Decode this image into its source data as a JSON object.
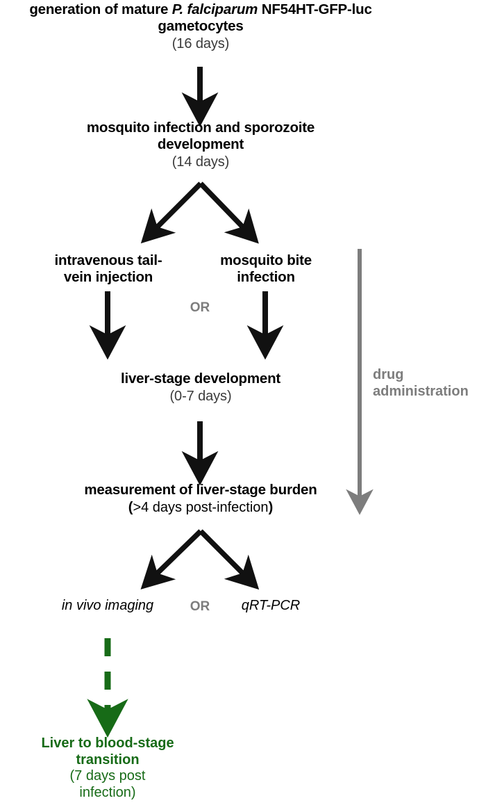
{
  "figure": {
    "type": "flowchart",
    "orientation": "top-to-bottom",
    "background_color": "#ffffff",
    "colors": {
      "text": "#000000",
      "muted": "#3a3a3a",
      "gray_accent": "#7d7d7d",
      "green_accent": "#176b17",
      "arrow_black": "#111111"
    }
  },
  "nodes": {
    "gametocytes": {
      "title_part1": "generation of mature ",
      "title_italic": "P. falciparum",
      "title_part2": " NF54HT-GFP-luc",
      "title_line2": "gametocytes",
      "duration": "(16 days)"
    },
    "mosquito_infection": {
      "title_line1": "mosquito infection and sporozoite",
      "title_line2": "development",
      "duration": "(14 days)"
    },
    "iv_injection": {
      "title_line1": "intravenous tail-",
      "title_line2": "vein injection"
    },
    "mosquito_bite": {
      "title_line1": "mosquito bite",
      "title_line2": "infection"
    },
    "liver_stage": {
      "title": "liver-stage development",
      "duration": "(0-7 days)"
    },
    "measurement": {
      "title": "measurement of liver-stage burden",
      "paren_open": "(",
      "duration_text": ">4 days post-infection",
      "paren_close": ")"
    },
    "in_vivo_imaging": {
      "label": "in vivo imaging"
    },
    "qrt_pcr": {
      "label": "qRT-PCR"
    },
    "liver_to_blood": {
      "title_line1": "Liver to blood-stage",
      "title_line2": "transition",
      "duration_line1": "(7 days post",
      "duration_line2": "infection)"
    }
  },
  "connectors": {
    "or_label_top": "OR",
    "or_label_bottom": "OR",
    "drug_administration_line1": "drug",
    "drug_administration_line2": "administration"
  }
}
